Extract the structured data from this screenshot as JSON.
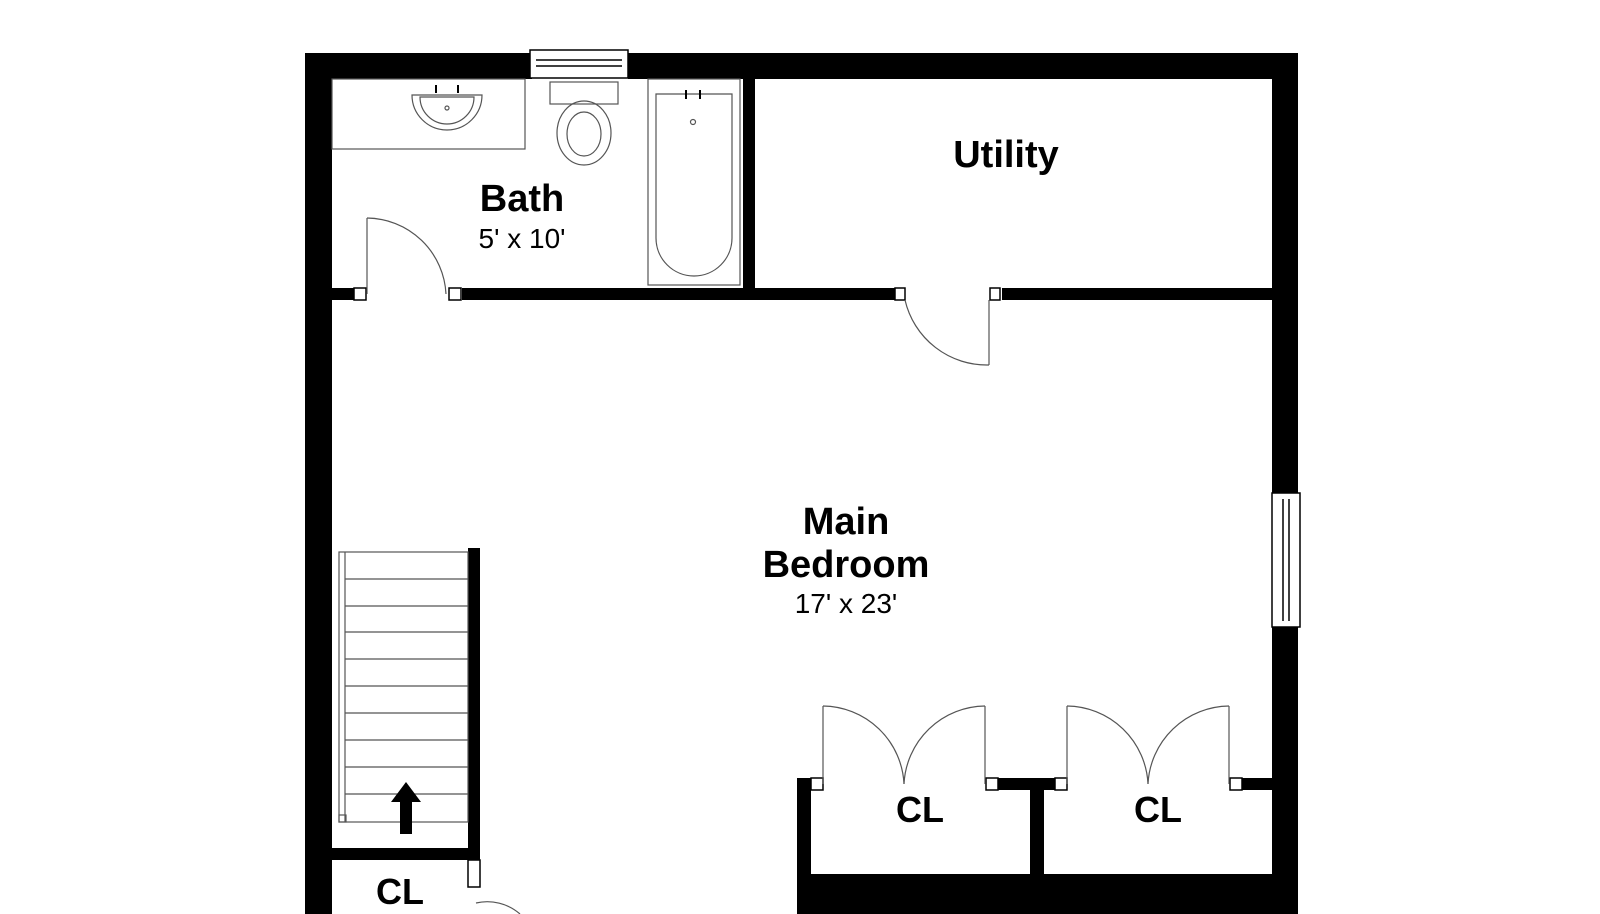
{
  "rooms": {
    "bath": {
      "name": "Bath",
      "dims": "5' x 10'"
    },
    "utility": {
      "name": "Utility"
    },
    "main_bedroom": {
      "name_line1": "Main",
      "name_line2": "Bedroom",
      "dims": "17' x 23'"
    },
    "closet_stair": {
      "name": "CL"
    },
    "closet_mid": {
      "name": "CL"
    },
    "closet_right": {
      "name": "CL"
    }
  },
  "colors": {
    "wall": "#000000",
    "fixture_line": "#555555",
    "background": "#ffffff"
  },
  "icons": [
    "sink-icon",
    "toilet-icon",
    "bathtub-icon",
    "window-icon",
    "door-swing-icon",
    "stair-up-arrow-icon"
  ]
}
